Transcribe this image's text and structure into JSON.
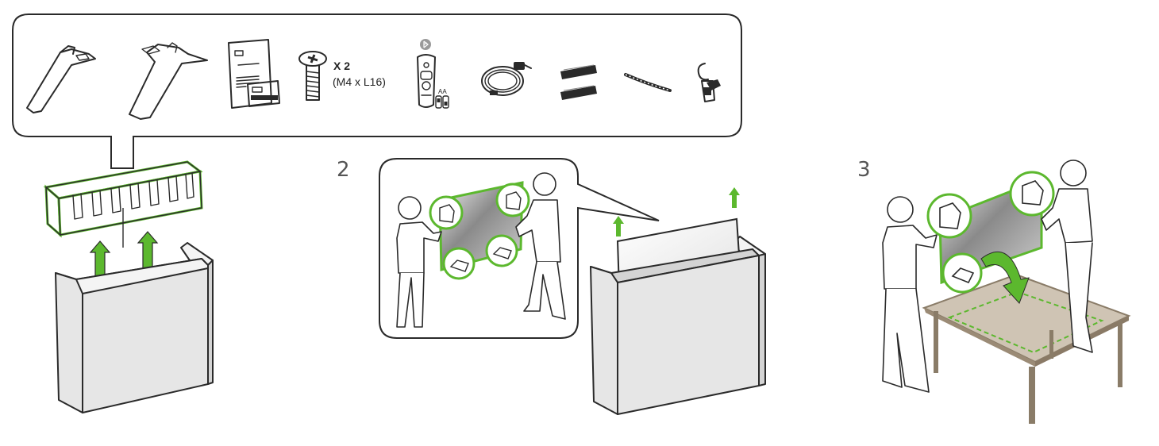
{
  "accent_color": "#5cb82e",
  "steps": [
    {
      "number": "2"
    },
    {
      "number": "3"
    }
  ],
  "parts": {
    "screw": {
      "quantity": "X 2",
      "size": "(M4 x L16)"
    },
    "remote": {
      "battery_label": "AA"
    }
  },
  "icons": [
    "stand-leg-left-icon",
    "stand-leg-right-icon",
    "manual-icon",
    "screw-icon",
    "remote-control-icon",
    "bluetooth-icon",
    "batteries-icon",
    "power-cable-icon",
    "cable-holder-icon",
    "cable-tie-icon",
    "wall-bracket-clip-icon"
  ]
}
